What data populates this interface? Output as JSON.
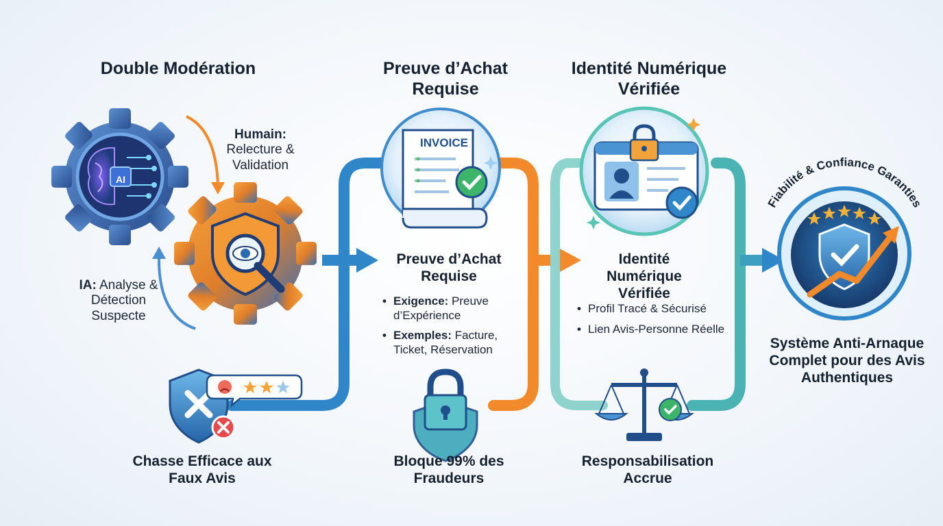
{
  "section1": {
    "title": "Double Modération",
    "human_label": "Humain:",
    "human_text": "Relecture & Validation",
    "ai_label": "IA:",
    "ai_text": "Analyse & Détection Suspecte",
    "ai_chip": "AI",
    "footer": "Chasse Efficace aux Faux Avis"
  },
  "section2": {
    "title": "Preuve d’Achat Requise",
    "invoice_label": "INVOICE",
    "subtitle": "Preuve d’Achat Requise",
    "bullets": [
      {
        "label": "Exigence:",
        "text": "Preuve d’Expérience"
      },
      {
        "label": "Exemples:",
        "text": "Facture, Ticket, Réservation"
      }
    ],
    "footer": "Bloque 99% des Fraudeurs"
  },
  "section3": {
    "title": "Identité Numérique Vérifiée",
    "subtitle": "Identité Numérique Vérifiée",
    "bullets": [
      "Profil Tracé & Sécurisé",
      "Lien Avis-Personne Réelle"
    ],
    "footer": "Responsabilisation Accrue"
  },
  "section4": {
    "arc_text": "Fiabilité & Confiance Garanties",
    "footer": "Système Anti-Arnaque Complet pour des Avis Authentiques"
  },
  "icons": [
    "gear-brain-icon",
    "gear-eye-shield-icon",
    "invoice-icon",
    "id-card-icon",
    "trust-shield-icon",
    "reject-shield-icon",
    "padlock-icon",
    "scale-icon"
  ],
  "colors": {
    "blue": "#2f7fc1",
    "orange": "#f08a2c",
    "teal": "#3aa9b0",
    "navy": "#1d3f6e"
  }
}
